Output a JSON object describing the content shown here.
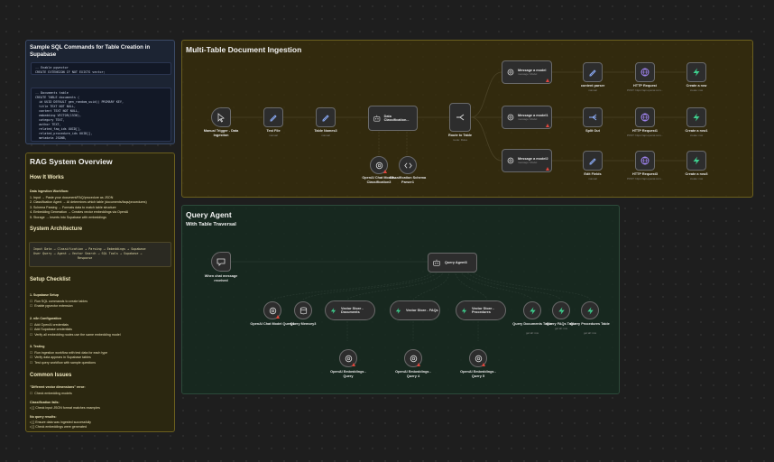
{
  "sql_note": {
    "title": "Sample SQL Commands for Table Creation in Supabase",
    "code1": "-- Enable pgvector\nCREATE EXTENSION IF NOT EXISTS vector;",
    "code2": "-- Documents table\nCREATE TABLE documents (\n  id UUID DEFAULT gen_random_uuid() PRIMARY KEY,\n  title TEXT NOT NULL,\n  content TEXT NOT NULL,\n  embedding VECTOR(1536),\n  category TEXT,\n  author TEXT,\n  related_faq_ids UUID[],\n  related_procedure_ids UUID[],\n  metadata JSONB,\n  created_at TIMESTAMPTZ DEFAULT NOW()\n);"
  },
  "rag_note": {
    "title": "RAG System Overview",
    "how_title": "How It Works",
    "workflow_title": "Data Ingestion Workflow:",
    "workflow_steps": "1. Input → Paste your document/FAQ/procedure as JSON\n2. Classification Agent → AI determines which table (documents/faqs/procedures)\n3. Schema Parsing → Formats data to match table structure\n4. Embedding Generation → Creates vector embeddings via OpenAI\n5. Storage → Inserts into Supabase with embeddings",
    "arch_title": "System Architecture",
    "arch_code": "Input Data → Classification → Parsing → Embeddings → Supabase\nUser Query → Agent → Vector Search → SQL Tools → Supabase →\n                        Response",
    "setup_title": "Setup Checklist",
    "setup1_title": "1. Supabase Setup",
    "setup1_items": "☐  Run SQL commands to create tables\n☐  Enable pgvector extension",
    "setup2_title": "2. n8n Configuration",
    "setup2_items": "☐  Add OpenAI credentials\n☐  Add Supabase credentials\n☐  Verify all embedding nodes use the same embedding model",
    "setup3_title": "3. Testing",
    "setup3_items": "☐  Run ingestion workflow with test data for each type\n☐  Verify data appears in Supabase tables\n☐  Test query workflow with sample questions",
    "issues_title": "Common Issues",
    "issue1_title": "\"Different vector dimensions\" error:",
    "issue1_items": "☐  Check embedding models",
    "issue2_title": "Classification fails:",
    "issue2_items": "• [ ] Check input JSON format matches examples",
    "issue3_title": "No query results:",
    "issue3_items": "• [ ] Ensure data was ingested successfully\n• [ ] Check embeddings were generated"
  },
  "ingestion": {
    "title": "Multi-Table Document Ingestion",
    "nodes": {
      "manual_trigger": "Manual Trigger - Data Ingestion",
      "test_file": "Test File",
      "test_file_sub": "manual",
      "table_names": "Table Names3",
      "table_names_sub": "manual",
      "data_class": "Data Classification...",
      "openai_chat": "OpenAI Chat Model - Classification3",
      "class_parser": "Classification Schema Parser1",
      "route": "Route to Table",
      "route_sub": "mode: Rules",
      "msg1": "Message a model",
      "msg1_sub": "message: Model",
      "msg2": "Message a model1",
      "msg2_sub": "message: Model",
      "msg3": "Message a model2",
      "msg3_sub": "message: Model",
      "content_parser": "content parser",
      "content_parser_sub": "manual",
      "split_out": "Split Out",
      "edit_fields": "Edit Fields",
      "edit_fields_sub": "manual",
      "http1": "HTTP Request",
      "http1_sub": "POST: https://api.openai.com...",
      "http2": "HTTP Request1",
      "http2_sub": "POST: https://api.openai.com...",
      "http3": "HTTP Request3",
      "http3_sub": "POST: https://api.openai.com...",
      "row1": "Create a row",
      "row1_sub": "create: row",
      "row2": "Create a row1",
      "row2_sub": "create: row",
      "row3": "Create a row3",
      "row3_sub": "create: row"
    }
  },
  "query": {
    "title": "Query Agent",
    "subtitle": "With Table Traversal",
    "nodes": {
      "chat_trigger": "When chat message received",
      "agent": "Query Agent3",
      "chat_model": "OpenAI Chat Model Query1",
      "memory": "Query Memory3",
      "vs_docs": "Vector Store - Documents",
      "vs_faqs": "Vector Store - FAQs",
      "vs_procs": "Vector Store - Procedures",
      "t_docs": "Query Documents Table",
      "t_docs_sub": "get:all: row",
      "t_faqs": "Query FAQs Table",
      "t_faqs_sub": "get:all: row",
      "t_procs": "Query Procedures Table",
      "t_procs_sub": "get:all: row",
      "emb1": "OpenAI Embeddings - Query",
      "emb2": "OpenAI Embeddings - Query 4",
      "emb3": "OpenAI Embeddings - Query 5"
    }
  },
  "colors": {
    "sticky_yellow": "#2b2710",
    "sticky_blue": "#1c2433",
    "sticky_green": "#16261f",
    "openai_warn": "#e0463c",
    "supabase": "#3ecf8e"
  }
}
